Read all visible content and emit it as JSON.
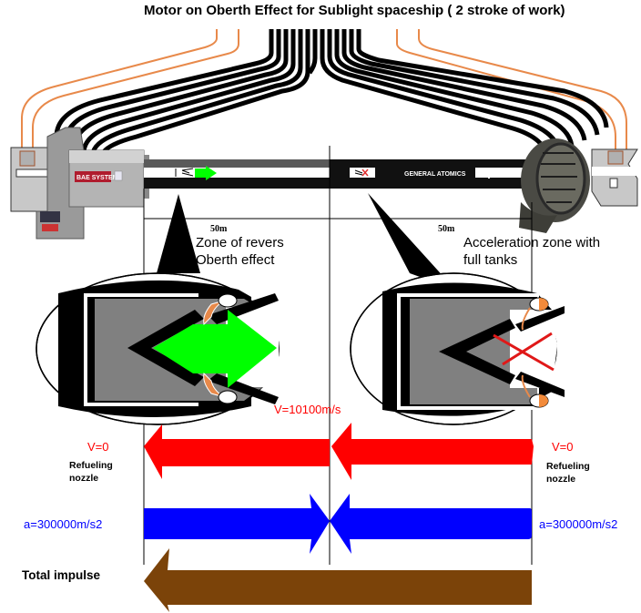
{
  "title": "Motor on Oberth Effect for Sublight spaceship  ( 2 stroke of work)",
  "left_machine": {
    "brand_label": "BAE SYSTEMS"
  },
  "right_machine": {
    "tube_label": "GENERAL ATOMICS"
  },
  "distances": {
    "left": "50m",
    "right": "50m"
  },
  "zones": {
    "left": {
      "line1": "Zone of revers",
      "line2": "Oberth effect"
    },
    "right": {
      "line1": "Acceleration zone with",
      "line2": "full tanks"
    }
  },
  "velocity": {
    "center": "V=10100m/s",
    "left": "V=0",
    "right": "V=0"
  },
  "nozzle": {
    "left_line1": "Refueling",
    "left_line2": "nozzle",
    "right_line1": "Refueling",
    "right_line2": "nozzle"
  },
  "acceleration": {
    "left": "a=300000m/s2",
    "right": "a=300000m/s2"
  },
  "impulse": {
    "label": "Total impulse"
  },
  "colors": {
    "velocity_arrow": "#ff0000",
    "acceleration_arrow": "#0000ff",
    "impulse_arrow": "#7b4309",
    "thrust_arrow": "#00ff00",
    "wire_orange": "#e8894a",
    "chamber_gray": "#808080"
  }
}
